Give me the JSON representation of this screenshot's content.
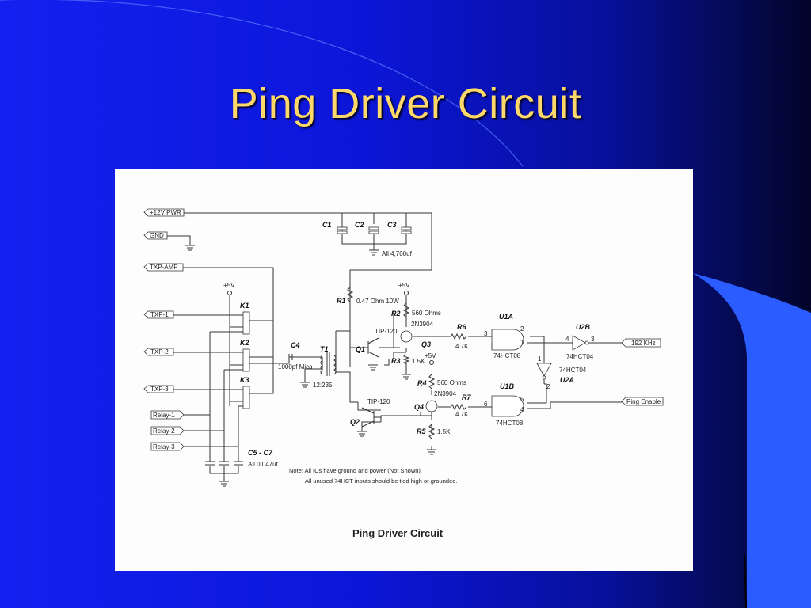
{
  "slide": {
    "title": "Ping Driver Circuit",
    "colors": {
      "title": "#ffd86a",
      "background": "#1420f0",
      "accent_shape": "#2b5cff"
    }
  },
  "diagram": {
    "caption": "Ping Driver Circuit",
    "connectors": {
      "pwr12": "+12V PWR",
      "gnd": "GND",
      "txp_amp": "TXP-AMP",
      "txp1": "TXP-1",
      "txp2": "TXP-2",
      "txp3": "TXP-3",
      "relay1": "Relay-1",
      "relay2": "Relay-2",
      "relay3": "Relay-3",
      "khz192": "192 KHz",
      "ping_enable": "Ping Enable"
    },
    "rails": {
      "v5_a": "+5V",
      "v5_b": "+5V",
      "v5_c": "+5V"
    },
    "components": {
      "c1": "C1",
      "c2": "C2",
      "c3": "C3",
      "c_bulk_value": "All 4,700uf",
      "k1": "K1",
      "k2": "K2",
      "k3": "K3",
      "c4": "C4",
      "c4_value": "1000pf Mica",
      "t1": "T1",
      "t1_ratio": "12:235",
      "r1": "R1",
      "r1_value": "0.47 Ohm 10W",
      "r2": "R2",
      "r2_value": "560 Ohms",
      "q3_type": "2N3904",
      "q3": "Q3",
      "q1": "Q1",
      "q1_type": "TIP-120",
      "r3": "R3",
      "r3_value": "1.5K",
      "r4": "R4",
      "r4_value": "560 Ohms",
      "q4_type": "2N3904",
      "q4": "Q4",
      "q2": "Q2",
      "q2_type": "TIP-120",
      "r5": "R5",
      "r5_value": "1.5K",
      "r6": "R6",
      "r6_value": "4.7K",
      "r7": "R7",
      "r7_value": "4.7K",
      "u1a": "U1A",
      "u1a_type": "74HCT08",
      "u1b": "U1B",
      "u1b_type": "74HCT08",
      "u2b": "U2B",
      "u2b_type": "74HCT04",
      "u2a": "U2A",
      "u2a_type": "74HCT04",
      "c5c7": "C5 - C7",
      "c5c7_value": "All  0.047uf"
    },
    "pins": {
      "p1": "1",
      "p2": "2",
      "p3": "3",
      "p4": "4",
      "p5": "5",
      "p6": "6",
      "p3b": "3",
      "p4b": "4",
      "p1b": "1",
      "p2b": "2"
    },
    "notes": {
      "line1": "Note:  All ICs have ground and power (Not Shown).",
      "line2": "All unused 74HCT inputs should be tied high or grounded."
    }
  }
}
